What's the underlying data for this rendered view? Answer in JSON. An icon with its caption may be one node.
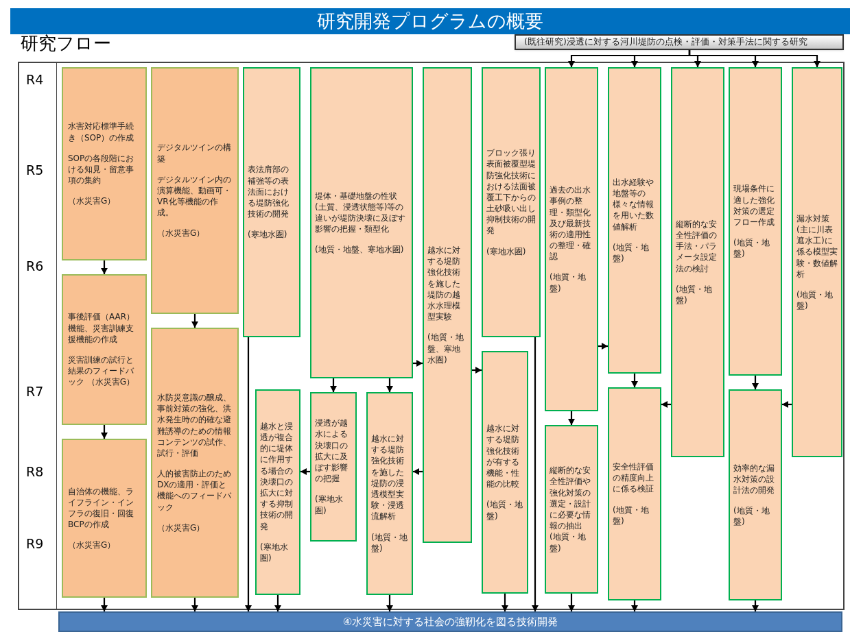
{
  "diagram": {
    "title": "研究開発プログラムの概要",
    "nodes": [
      {
        "text": [
          "(既往研究)浸透に対する河川堤防の点検・評価・対策手法に関する研究"
        ]
      },
      {
        "text": [
          "水害対応標準手続き（SOP）の作成",
          "SOPの各段階における知見・留意事項の集約",
          "（水災害G）"
        ]
      },
      {
        "text": [
          "事後評価（AAR）機能、災害訓練支援機能の作成",
          "災害訓練の試行と結果のフィードバック （水災害G）"
        ]
      },
      {
        "text": [
          "自治体の機能、ライフライン・インフラの復旧・回復BCPの作成",
          "（水災害G）"
        ]
      },
      {
        "text": [
          "デジタルツインの構築",
          "デジタルツイン内の演算機能、動画可・VR化等機能の作成。",
          "（水災害G）"
        ]
      },
      {
        "text": [
          "水防災意識の醸成、事前対策の強化、洪水発生時の的確な避難誘導のための情報コンテンツの試作、試行・評価",
          "人的被害防止のためDXの適用・評価と機能へのフィードバック",
          "（水災害G）"
        ]
      },
      {
        "text": [
          "表法肩部の補強等の表法面における堤防強化技術の開発",
          "(寒地水圏)"
        ]
      },
      {
        "text": [
          "越水と浸透が複合的に堤体に作用する場合の決壊口の拡大に対する抑制技術の開発",
          "(寒地水圏)"
        ]
      },
      {
        "text": [
          "堤体・基礎地盤の性状(土質、浸透状態等)等の違いが堤防決壊に及ぼす影響の把握・類型化",
          "(地質・地盤、寒地水圏)"
        ]
      },
      {
        "text": [
          "浸透が越水による決壊口の拡大に及ぼす影響の把握",
          "(寒地水圏)"
        ]
      },
      {
        "text": [
          "越水に対する堤防強化技術を施した堤防の浸透模型実験・浸透流解析",
          "(地質・地盤)"
        ]
      },
      {
        "text": [
          "越水に対する堤防強化技術を施した堤防の越水水理模型実験",
          "(地質・地盤、寒地水圏)"
        ]
      },
      {
        "text": [
          "ブロック張り表面被覆型堤防強化技術における法面被覆工下からの土砂吸い出し抑制技術の開発",
          "(寒地水圏)"
        ]
      },
      {
        "text": [
          "越水に対する堤防強化技術が有する機能・性能の比較",
          "(地質・地盤)"
        ]
      },
      {
        "text": [
          "過去の出水事例の整理・類型化及び最新技術の適用性の整理・確認",
          "(地質・地盤)"
        ]
      },
      {
        "text": [
          "縦断的な安全性評価や強化対策の選定・設計に必要な情報の抽出(地質・地盤)"
        ]
      },
      {
        "text": [
          "出水経験や地盤等の様々な情報を用いた数値解析",
          "(地質・地盤)"
        ]
      },
      {
        "text": [
          "安全性評価の精度向上に係る検証",
          "(地質・地盤)"
        ]
      },
      {
        "text": [
          "縦断的な安全性評価の手法・パラメータ設定法の検討",
          "(地質・地盤)"
        ]
      },
      {
        "text": [
          "現場条件に適した強化対策の選定フロー作成",
          "(地質・地盤)"
        ]
      },
      {
        "text": [
          "効率的な漏水対策の設計法の開発",
          "(地質・地盤)"
        ]
      },
      {
        "text": [
          "漏水対策(主に川表遮水工)に係る模型実験・数値解析",
          "(地質・地盤)"
        ]
      },
      {
        "text": [
          "④水災害に対する社会の強靭化を図る技術開発"
        ]
      }
    ],
    "edges": [
      {
        "from": 0,
        "to": 14,
        "arrow": "to"
      },
      {
        "from": 0,
        "to": 16,
        "arrow": "to"
      },
      {
        "from": 0,
        "to": 18,
        "arrow": "to"
      },
      {
        "from": 0,
        "to": 19,
        "arrow": "to"
      },
      {
        "from": 0,
        "to": 21,
        "arrow": "to"
      },
      {
        "from": 1,
        "to": 2,
        "arrow": "to"
      },
      {
        "from": 2,
        "to": 3,
        "arrow": "to"
      },
      {
        "from": 4,
        "to": 5,
        "arrow": "to"
      },
      {
        "from": 8,
        "to": 9,
        "arrow": "to"
      },
      {
        "from": 8,
        "to": 10,
        "arrow": "to"
      },
      {
        "from": 8,
        "to": 11,
        "arrow": "to"
      },
      {
        "from": 11,
        "to": 13,
        "arrow": "to"
      },
      {
        "from": 9,
        "to": 7,
        "arrow": "to"
      },
      {
        "from": 11,
        "to": 10,
        "arrow": "to"
      },
      {
        "from": 14,
        "to": 15,
        "arrow": "to"
      },
      {
        "from": 14,
        "to": 16,
        "arrow": "to"
      },
      {
        "from": 16,
        "to": 17,
        "arrow": "to"
      },
      {
        "from": 18,
        "to": 17,
        "arrow": "to"
      },
      {
        "from": 19,
        "to": 20,
        "arrow": "to"
      },
      {
        "from": 21,
        "to": 20,
        "arrow": "to"
      },
      {
        "from": 3,
        "to": 22,
        "arrow": "to"
      },
      {
        "from": 5,
        "to": 22,
        "arrow": "to"
      },
      {
        "from": 6,
        "to": 22,
        "arrow": "to"
      },
      {
        "from": 7,
        "to": 22,
        "arrow": "to"
      },
      {
        "from": 10,
        "to": 22,
        "arrow": "to"
      },
      {
        "from": 13,
        "to": 22,
        "arrow": "to"
      },
      {
        "from": 12,
        "to": 22,
        "arrow": "to"
      },
      {
        "from": 15,
        "to": 22,
        "arrow": "to"
      },
      {
        "from": 17,
        "to": 22,
        "arrow": "to"
      },
      {
        "from": 20,
        "to": 22,
        "arrow": "to"
      }
    ],
    "labels": [
      "研究フロー",
      "R4",
      "R5",
      "R6",
      "R7",
      "R8",
      "R9"
    ]
  }
}
